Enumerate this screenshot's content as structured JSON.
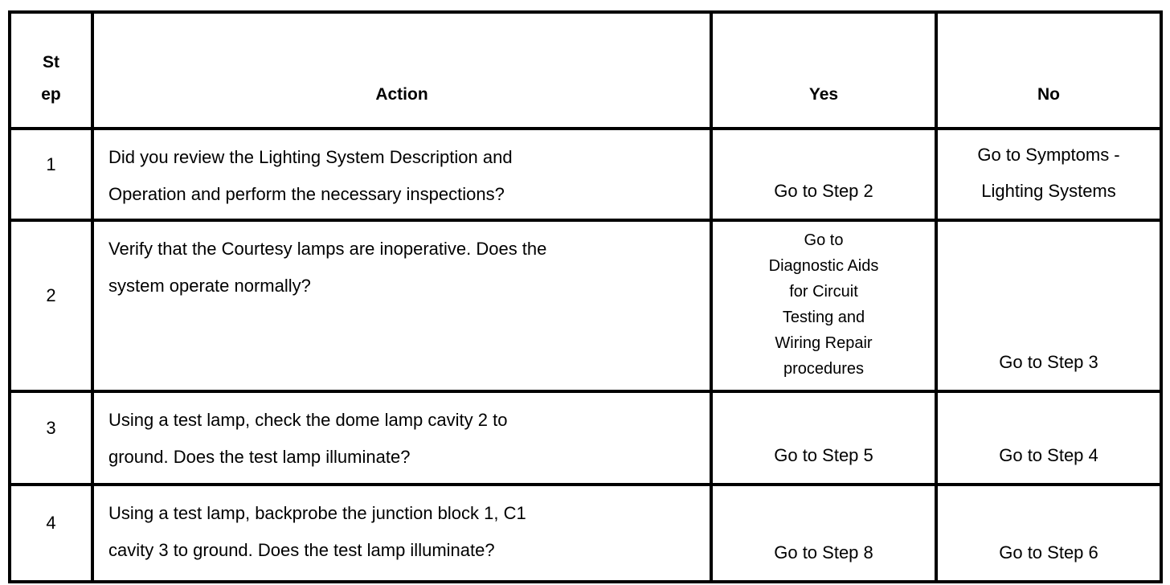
{
  "table": {
    "columns": {
      "step_line1": "St",
      "step_line2": "ep",
      "action": "Action",
      "yes": "Yes",
      "no": "No"
    },
    "rows": [
      {
        "step": "1",
        "action_lines": [
          "Did you review the Lighting System Description and",
          "Operation and perform the necessary inspections?"
        ],
        "yes_lines": [
          "Go to Step 2"
        ],
        "no_lines": [
          "Go to Symptoms -",
          "Lighting Systems"
        ]
      },
      {
        "step": "2",
        "action_lines": [
          "Verify that the Courtesy lamps are inoperative. Does the",
          "system operate normally?"
        ],
        "yes_lines": [
          "Go to",
          "Diagnostic Aids",
          "for Circuit",
          "Testing and",
          "Wiring Repair",
          "procedures"
        ],
        "no_lines": [
          "Go to Step 3"
        ]
      },
      {
        "step": "3",
        "action_lines": [
          "Using a test lamp, check the dome lamp cavity 2 to",
          "ground. Does the test lamp illuminate?"
        ],
        "yes_lines": [
          "Go to Step 5"
        ],
        "no_lines": [
          "Go to Step 4"
        ]
      },
      {
        "step": "4",
        "action_lines": [
          "Using a test lamp, backprobe the junction block 1, C1",
          "cavity 3 to ground. Does the test lamp illuminate?"
        ],
        "yes_lines": [
          "Go to Step 8"
        ],
        "no_lines": [
          "Go to Step 6"
        ]
      }
    ],
    "colors": {
      "border": "#000000",
      "text": "#000000",
      "background": "#ffffff"
    }
  }
}
